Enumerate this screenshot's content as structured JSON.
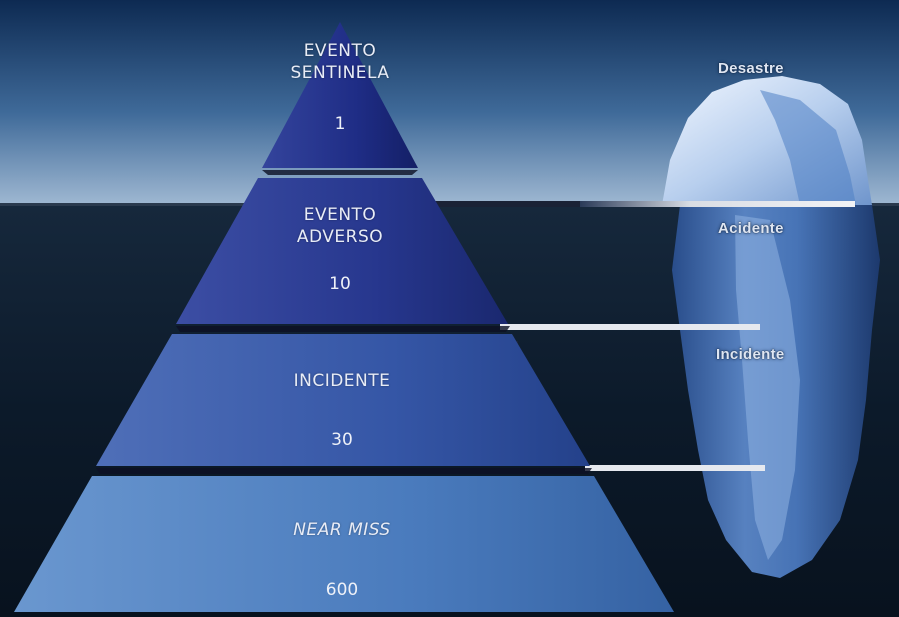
{
  "pyramid": {
    "tiers": [
      {
        "label_lines": [
          "EVENTO",
          "SENTINELA"
        ],
        "count": "1",
        "italic": false
      },
      {
        "label_lines": [
          "EVENTO",
          "ADVERSO"
        ],
        "count": "10",
        "italic": false
      },
      {
        "label_lines": [
          "INCIDENTE"
        ],
        "count": "30",
        "italic": false
      },
      {
        "label_lines": [
          "NEAR MISS"
        ],
        "count": "600",
        "italic": true
      }
    ]
  },
  "iceberg": {
    "labels": [
      "Desastre",
      "Acidente",
      "Incidente"
    ]
  },
  "colors": {
    "sky_top": "#0e2a52",
    "sky_bottom": "#7f9fbe",
    "water": "#0b1a2c",
    "tier1": "#1e2f88",
    "tier2": "#2a3e96",
    "tier3": "#3558a8",
    "tier4": "#4a7bbd",
    "ice": "#c9dbf2"
  }
}
